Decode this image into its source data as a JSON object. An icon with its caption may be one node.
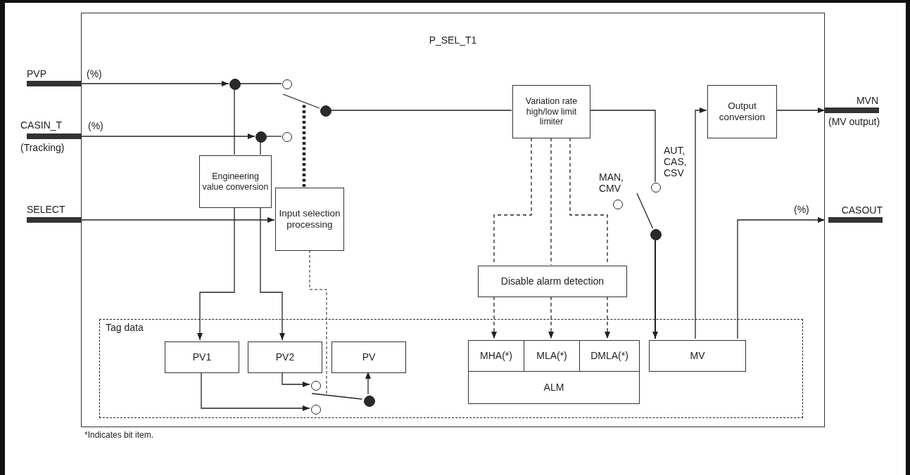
{
  "diagram": {
    "nodes": [
      {
        "text": [
          "P_SEL_T1"
        ]
      },
      {
        "text": [
          "PVP"
        ]
      },
      {
        "text": [
          "CASIN_T"
        ],
        "beside": [
          "(Tracking)"
        ]
      },
      {
        "text": [
          "SELECT"
        ]
      },
      {
        "text": [
          "MVN"
        ],
        "beside": [
          "(MV output)"
        ]
      },
      {
        "text": [
          "CASOUT"
        ]
      },
      {
        "text": [],
        "shape": "dot",
        "in": 0
      },
      {
        "text": [],
        "shape": "circle",
        "in": 0
      },
      {
        "text": [],
        "shape": "dot",
        "in": 0
      },
      {
        "text": [],
        "shape": "circle",
        "in": 0
      },
      {
        "text": [],
        "shape": "dot",
        "in": 0
      },
      {
        "text": [
          "Engineering value conversion"
        ],
        "in": 0
      },
      {
        "text": [
          "Input selection processing"
        ],
        "in": 0
      },
      {
        "text": [
          "Variation rate high/low limit limiter"
        ],
        "in": 0
      },
      {
        "text": [
          "Output conversion"
        ],
        "in": 0
      },
      {
        "text": [],
        "shape": "circle",
        "in": 0,
        "beside": [
          "AUT, CAS, CSV"
        ]
      },
      {
        "text": [],
        "shape": "circle",
        "in": 0,
        "beside": [
          "MAN, CMV"
        ]
      },
      {
        "text": [],
        "shape": "dot",
        "in": 0
      },
      {
        "text": [
          "Disable alarm detection"
        ],
        "in": 0
      },
      {
        "text": [
          "Tag data"
        ],
        "in": 0
      },
      {
        "text": [
          "PV1"
        ],
        "in": 19
      },
      {
        "text": [
          "PV2"
        ],
        "in": 19
      },
      {
        "text": [
          "PV"
        ],
        "in": 19
      },
      {
        "text": [],
        "shape": "circle",
        "in": 19
      },
      {
        "text": [],
        "shape": "circle",
        "in": 19
      },
      {
        "text": [],
        "shape": "dot",
        "in": 19
      },
      {
        "text": [
          "MHA(*)"
        ],
        "in": 19
      },
      {
        "text": [
          "MLA(*)"
        ],
        "in": 19
      },
      {
        "text": [
          "DMLA(*)"
        ],
        "in": 19
      },
      {
        "text": [
          "ALM"
        ],
        "in": 19
      },
      {
        "text": [
          "MV"
        ],
        "in": 19
      }
    ],
    "edges": [
      {
        "from": 1,
        "to": 6,
        "arrow": "to",
        "label": "(%)"
      },
      {
        "from": 6,
        "to": 7,
        "arrow": "none"
      },
      {
        "from": 2,
        "to": 8,
        "arrow": "to",
        "label": "(%)"
      },
      {
        "from": 8,
        "to": 9,
        "arrow": "none"
      },
      {
        "from": 6,
        "to": 11,
        "arrow": "none"
      },
      {
        "from": 8,
        "to": 11,
        "arrow": "none"
      },
      {
        "from": 3,
        "to": 12,
        "arrow": "to"
      },
      {
        "from": 12,
        "to": 10,
        "arrow": "none",
        "style": "dashed"
      },
      {
        "from": 10,
        "to": 13,
        "arrow": "none"
      },
      {
        "from": 13,
        "to": 15,
        "arrow": "none"
      },
      {
        "from": 11,
        "to": 20,
        "arrow": "to"
      },
      {
        "from": 11,
        "to": 21,
        "arrow": "to"
      },
      {
        "from": 12,
        "to": 23,
        "arrow": "none",
        "style": "dashed"
      },
      {
        "from": 13,
        "to": 18,
        "arrow": "none",
        "style": "dashed"
      },
      {
        "from": 13,
        "to": 18,
        "arrow": "none",
        "style": "dashed"
      },
      {
        "from": 13,
        "to": 18,
        "arrow": "none",
        "style": "dashed"
      },
      {
        "from": 18,
        "to": 26,
        "arrow": "to",
        "style": "dashed"
      },
      {
        "from": 18,
        "to": 27,
        "arrow": "to",
        "style": "dashed"
      },
      {
        "from": 18,
        "to": 28,
        "arrow": "to",
        "style": "dashed"
      },
      {
        "from": 21,
        "to": 23,
        "arrow": "to"
      },
      {
        "from": 20,
        "to": 24,
        "arrow": "to"
      },
      {
        "from": 25,
        "to": 22,
        "arrow": "to"
      },
      {
        "from": 17,
        "to": 30,
        "arrow": "to"
      },
      {
        "from": 30,
        "to": 14,
        "arrow": "to"
      },
      {
        "from": 14,
        "to": 4,
        "arrow": "to"
      },
      {
        "from": 30,
        "to": 5,
        "arrow": "to",
        "label": "(%)"
      }
    ],
    "labels": [
      "*Indicates bit item."
    ]
  }
}
